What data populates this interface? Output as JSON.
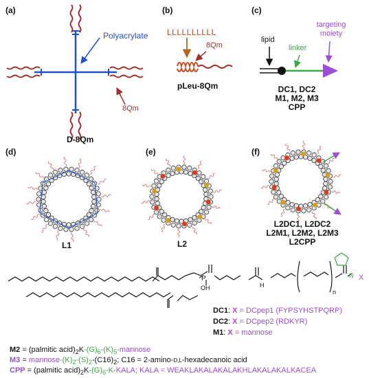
{
  "panels": {
    "a": "(a)",
    "b": "(b)",
    "c": "(c)",
    "d": "(d)",
    "e": "(e)",
    "f": "(f)"
  },
  "panel_a": {
    "polyacrylate": "Polyacrylate",
    "arm_label": "8Qm",
    "name": "D-8Qm"
  },
  "panel_b": {
    "leucines": "LLLLLLLLLL",
    "arm_label": "8Qm",
    "name": "pLeu-8Qm"
  },
  "panel_c": {
    "lipid": "lipid",
    "linker": "linker",
    "targeting_1": "targeting",
    "targeting_2": "moiety",
    "names_1": "DC1, DC2",
    "names_2": "M1, M2, M3",
    "names_3": "CPP"
  },
  "panel_d": {
    "name": "L1"
  },
  "panel_e": {
    "name": "L2"
  },
  "panel_f": {
    "line1": "L2DC1, L2DC2",
    "line2": "L2M1, L2M2, L2M3",
    "line3": "L2CPP"
  },
  "structure": {
    "x_label": "X",
    "n_label": "n",
    "o": "O",
    "oh": "OH",
    "p": "P",
    "nh": "H",
    "n": "N",
    "triazole_n": "N"
  },
  "legend": {
    "dc1_name": "DC1",
    "dc1_sep": ": ",
    "dc1_x": "X",
    "dc1_eq": " = DCpep1 (FYPSYHSTPQRP)",
    "dc2_name": "DC2",
    "dc2_sep": ": ",
    "dc2_x": "X",
    "dc2_eq": " = DCpep2 (RDKYR)",
    "m1_name": "M1",
    "m1_sep": ":    ",
    "m1_x": "X",
    "m1_eq": " = mannose"
  },
  "footer": {
    "m2_name": "M2",
    "m2_black": " = (palmitic acid)",
    "m2_sub2": "2",
    "m2_k": "K",
    "m2_green": "-(G)",
    "m2_sub6": "6",
    "m2_green2": "-(K)",
    "m2_sub5": "5",
    "m2_purple": "-mannose",
    "m3_name": "M3",
    "m3_eq": " = ",
    "m3_purple": "mannose",
    "m3_green": "-(K)",
    "m3_subA": "2",
    "m3_green2": "-(S)",
    "m3_subB": "2",
    "m3_black": "-(C16)",
    "m3_subC": "2",
    "m3_rest": "; C16 = 2-amino-",
    "m3_dl": "D,L",
    "m3_rest2": "-hexadecanoic acid",
    "cpp_name": "CPP",
    "cpp_black": " = (palmitic acid)",
    "cpp_sub2": "2",
    "cpp_k": "K",
    "cpp_green": "-(G)",
    "cpp_sub6": "6",
    "cpp_green2": "-K-",
    "cpp_purple": "KALA; KALA = WEAKLAKALAKALAKHLAKALAKALKACEA"
  },
  "colors": {
    "polymer": "#a0302a",
    "polyacrylate": "#1f4fd6",
    "linker": "#3aa845",
    "targeting": "#9b4dd6",
    "pleu": "#c84a1a",
    "arrow_brown": "#b5651d",
    "bead_red": "#e03a1e",
    "bead_gold": "#d4a017"
  }
}
